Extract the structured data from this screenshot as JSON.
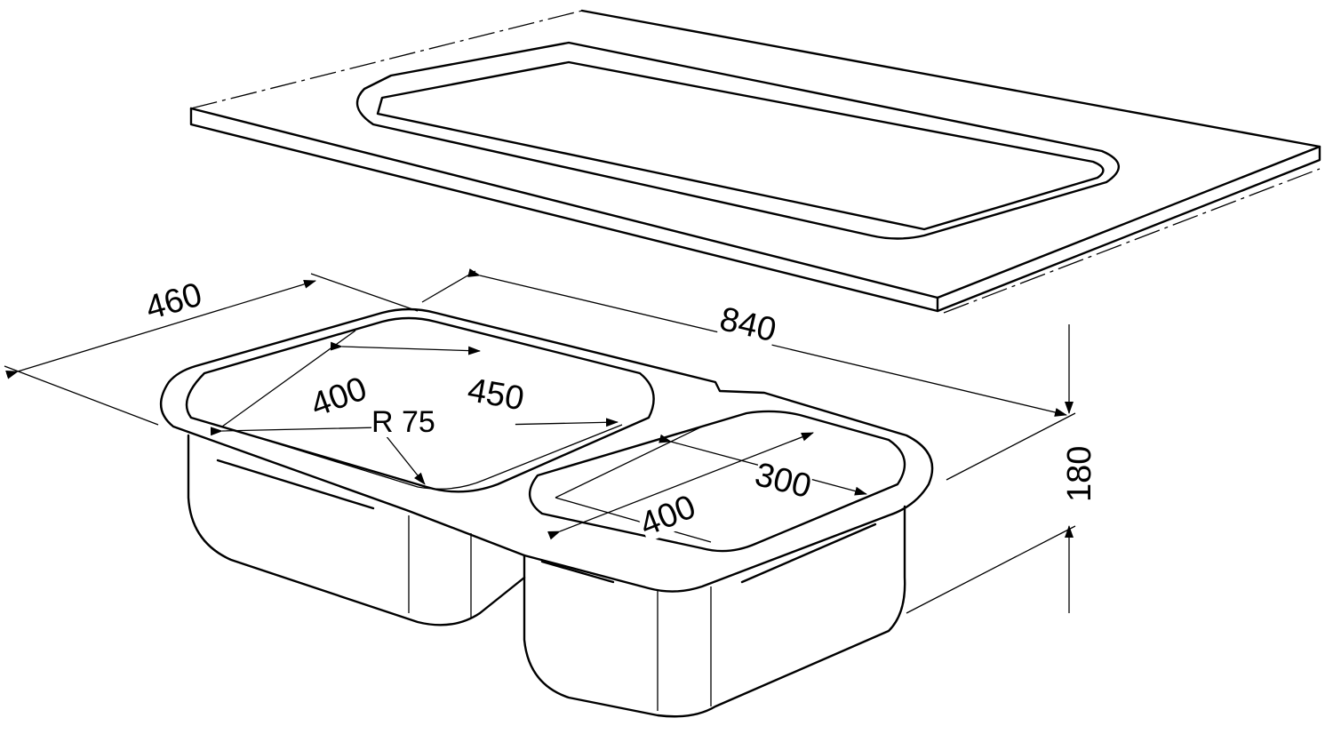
{
  "title": "Double bowl sink installation drawing",
  "dimensions": {
    "depth": "460",
    "width": "840",
    "left_bowl_depth": "400",
    "left_bowl_width": "450",
    "corner_radius": "R 75",
    "right_bowl_depth": "400",
    "right_bowl_width": "300",
    "height": "180"
  }
}
